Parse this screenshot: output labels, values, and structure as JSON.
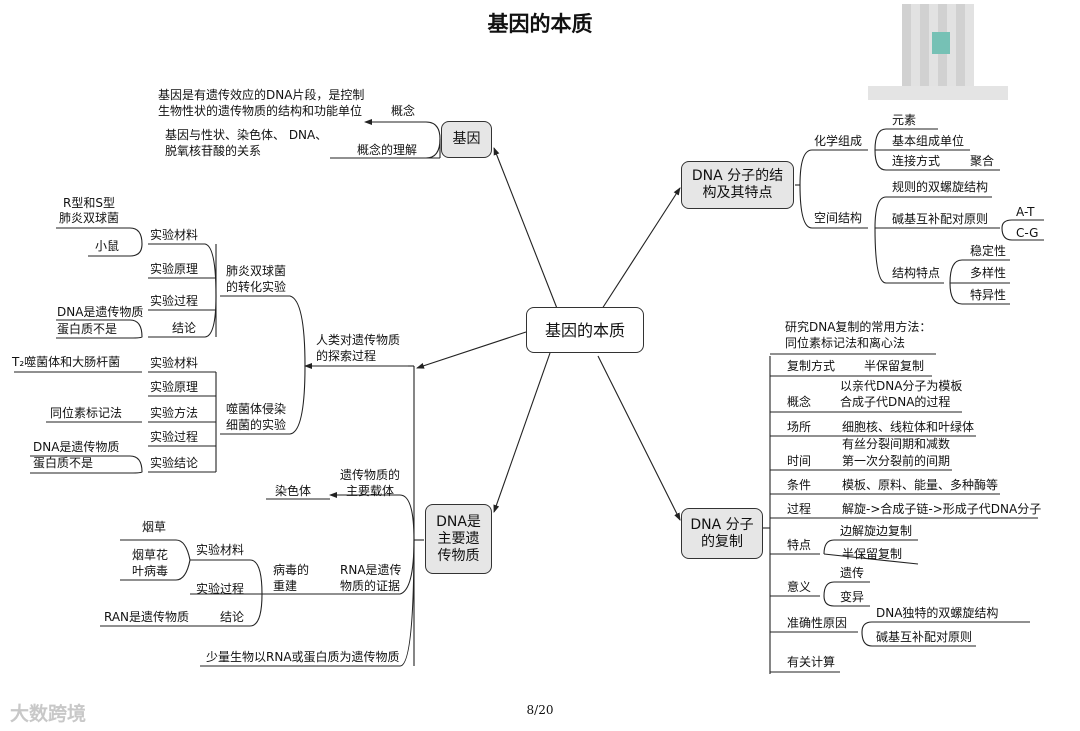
{
  "title": "基因的本质",
  "page_number": "8/20",
  "watermark": "大数跨境",
  "central": "基因的本质",
  "gene": {
    "label": "基因",
    "concept_label": "概念",
    "concept_text_1": "基因是有遗传效应的DNA片段，是控制",
    "concept_text_2": "生物性状的遗传物质的结构和功能单位",
    "understanding_label": "概念的理解",
    "understanding_text_1": "基因与性状、染色体、 DNA、",
    "understanding_text_2": "脱氧核苷酸的关系"
  },
  "exploration": {
    "label_1": "人类对遗传物质",
    "label_2": "的探索过程",
    "pneumo": {
      "label_1": "肺炎双球菌",
      "label_2": "的转化实验",
      "materials": "实验材料",
      "mat_1a": "R型和S型",
      "mat_1b": "肺炎双球菌",
      "mat_2": "小鼠",
      "principle": "实验原理",
      "process": "实验过程",
      "conclusion": "结论",
      "conc_1": "DNA是遗传物质",
      "conc_2": "蛋白质不是"
    },
    "phage": {
      "label_1": "噬菌体侵染",
      "label_2": "细菌的实验",
      "materials": "实验材料",
      "mat_text": "T₂噬菌体和大肠杆菌",
      "principle": "实验原理",
      "method": "实验方法",
      "method_text": "同位素标记法",
      "process": "实验过程",
      "conclusion": "实验结论",
      "conc_1": "DNA是遗传物质",
      "conc_2": "蛋白质不是"
    }
  },
  "main_material": {
    "label_1": "DNA是",
    "label_2": "主要遗",
    "label_3": "传物质",
    "carrier_1": "遗传物质的",
    "carrier_2": "主要载体",
    "carrier_value": "染色体",
    "rna_1": "RNA是遗传",
    "rna_2": "物质的证据",
    "virus_1": "病毒的",
    "virus_2": "重建",
    "materials": "实验材料",
    "tobacco": "烟草",
    "tmv_1": "烟草花",
    "tmv_2": "叶病毒",
    "process": "实验过程",
    "conclusion": "结论",
    "conclusion_text": "RAN是遗传物质",
    "few": "少量生物以RNA或蛋白质为遗传物质"
  },
  "structure": {
    "label_1": "DNA 分子的结",
    "label_2": "构及其特点",
    "chem": "化学组成",
    "element": "元素",
    "basic_unit": "基本组成单位",
    "connection": "连接方式",
    "polymer": "聚合",
    "spatial": "空间结构",
    "double_helix": "规则的双螺旋结构",
    "pairing": "碱基互补配对原则",
    "at": "A-T",
    "cg": "C-G",
    "features": "结构特点",
    "stability": "稳定性",
    "diversity": "多样性",
    "specificity": "特异性"
  },
  "replication": {
    "label_1": "DNA 分子",
    "label_2": "的复制",
    "research_1": "研究DNA复制的常用方法：",
    "research_2": "同位素标记法和离心法",
    "mode": "复制方式",
    "semi": "半保留复制",
    "concept": "概念",
    "concept_1": "以亲代DNA分子为模板",
    "concept_2": "合成子代DNA的过程",
    "place": "场所",
    "place_text": "细胞核、线粒体和叶绿体",
    "time": "时间",
    "time_1": "有丝分裂间期和减数",
    "time_2": "第一次分裂前的间期",
    "condition": "条件",
    "condition_text": "模板、原料、能量、多种酶等",
    "process": "过程",
    "process_text": "解旋->合成子链->形成子代DNA分子",
    "feature": "特点",
    "feature_1": "边解旋边复制",
    "feature_2": "半保留复制",
    "meaning": "意义",
    "meaning_1": "遗传",
    "meaning_2": "变异",
    "accuracy": "准确性原因",
    "accuracy_1": "DNA独特的双螺旋结构",
    "accuracy_2": "碱基互补配对原则",
    "calc": "有关计算"
  }
}
